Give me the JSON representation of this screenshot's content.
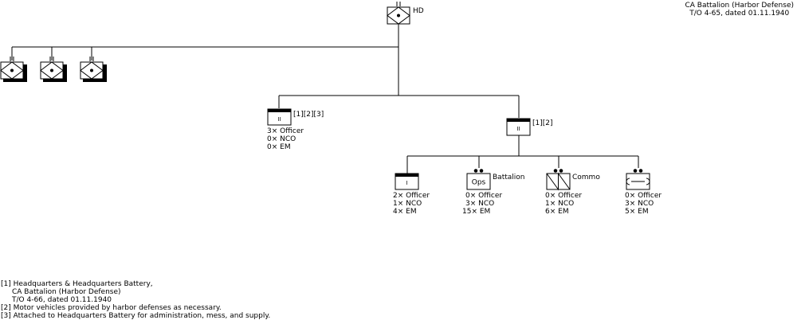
{
  "title": {
    "line1": "CA Battalion (Harbor Defense)",
    "line2": "T/O 4-65, dated 01.11.1940"
  },
  "hd_label": "HD",
  "hq_battery": {
    "echelon": "II",
    "refs": "[1][2][3]",
    "personnel": [
      "3× Officer",
      "0× NCO",
      "0× EM"
    ]
  },
  "hq_unit": {
    "echelon": "II",
    "refs": "[1][2]"
  },
  "subunits": [
    {
      "id": "command",
      "label": "",
      "symbol_text": "I",
      "personnel": [
        "2× Officer",
        "1× NCO",
        "4× EM"
      ]
    },
    {
      "id": "operations",
      "label": "Battalion",
      "symbol_text": "Ops",
      "personnel": [
        "0× Officer",
        "3× NCO",
        "15× EM"
      ]
    },
    {
      "id": "communications",
      "label": "Commo",
      "symbol_text": "",
      "personnel": [
        "0× Officer",
        "1× NCO",
        "6× EM"
      ]
    },
    {
      "id": "maintenance",
      "label": "",
      "symbol_text": "",
      "personnel": [
        "0× Officer",
        "3× NCO",
        "5× EM"
      ]
    }
  ],
  "notes": [
    {
      "ref": "[1]",
      "lines": [
        "Headquarters & Headquarters Battery,",
        "CA Battalion (Harbor Defense)",
        "T/O 4-66, dated 01.11.1940"
      ]
    },
    {
      "ref": "[2]",
      "lines": [
        "Motor vehicles provided by harbor defenses as necessary."
      ]
    },
    {
      "ref": "[3]",
      "lines": [
        "Attached to Headquarters Battery for administration, mess, and supply."
      ]
    }
  ]
}
